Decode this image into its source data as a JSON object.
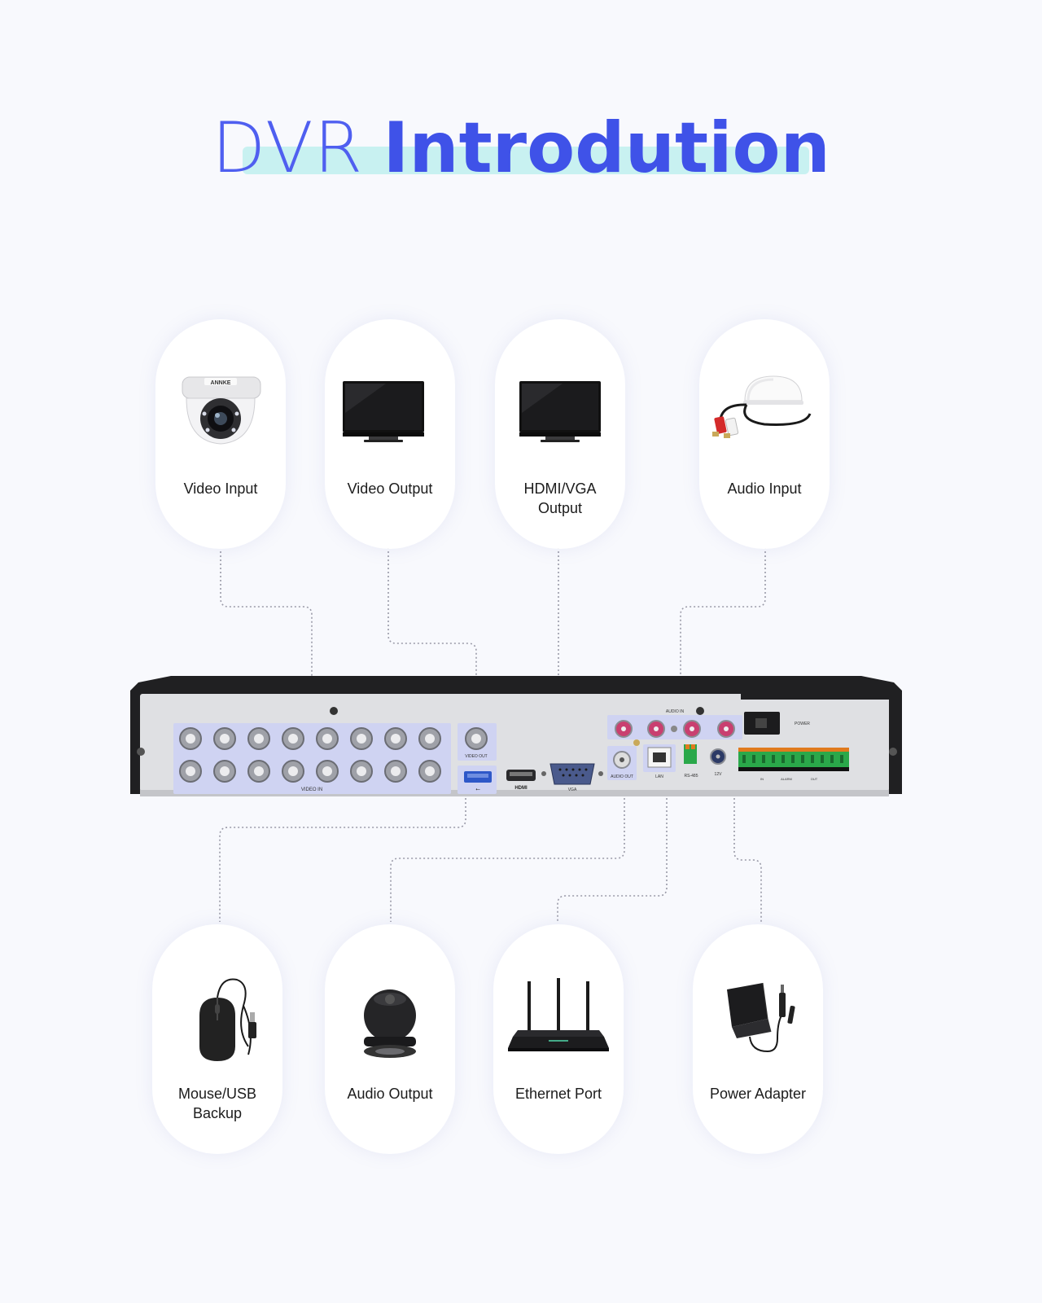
{
  "title": {
    "light": "DVR",
    "bold": "Introdution"
  },
  "top_items": [
    {
      "label": "Video Input",
      "icon": "dome-camera-icon"
    },
    {
      "label": "Video Output",
      "icon": "monitor-icon"
    },
    {
      "label": "HDMI/VGA Output",
      "icon": "monitor-icon"
    },
    {
      "label": "Audio Input",
      "icon": "microphone-icon"
    }
  ],
  "bottom_items": [
    {
      "label": "Mouse/USB Backup",
      "icon": "mouse-icon"
    },
    {
      "label": "Audio Output",
      "icon": "speaker-icon"
    },
    {
      "label": "Ethernet Port",
      "icon": "router-icon"
    },
    {
      "label": "Power Adapter",
      "icon": "power-adapter-icon"
    }
  ],
  "dvr_labels": {
    "video_in": "VIDEO IN",
    "video_out": "VIDEO OUT",
    "hdmi": "HDMI",
    "vga": "VGA",
    "audio_in": "AUDIO IN",
    "audio_out": "AUDIO OUT",
    "lan": "LAN",
    "rs485": "RS-485",
    "power_in": "12V",
    "power": "POWER",
    "alarm_in": "IN",
    "alarm": "ALARM",
    "alarm_out": "OUT",
    "camera_brand": "ANNKE"
  },
  "colors": {
    "title": "#3f52e8",
    "highlight": "#c8f1f1",
    "background": "#f8f9fd",
    "panel_blue": "#cfd3f2"
  }
}
